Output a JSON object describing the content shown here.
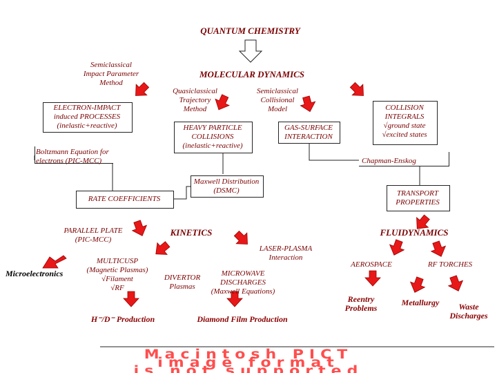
{
  "nodes": {
    "quantum_chemistry": "QUANTUM CHEMISTRY",
    "semiclassical_impact": "Semiclassical\nImpact Parameter\nMethod",
    "molecular_dynamics": "MOLECULAR DYNAMICS",
    "quasiclassical": "Quasiclassical\nTrajectory\nMethod",
    "semiclassical_collisional": "Semiclassical\nCollisional\nModel",
    "electron_impact": "ELECTRON-IMPACT\ninduced PROCESSES\n(inelastic+reactive)",
    "heavy_particle": "HEAVY PARTICLE\nCOLLISIONS\n(inelastic+reactive)",
    "gas_surface": "GAS-SURFACE\nINTERACTION",
    "collision_integrals": "COLLISION\nINTEGRALS\n√ground state\n√excited states",
    "boltzmann": "Boltzmann Equation for\nelectrons (PIC-MCC)",
    "chapman_enskog": "Chapman-Enskog",
    "maxwell": "Maxwell Distribution\n(DSMC)",
    "rate_coefficients": "RATE COEFFICIENTS",
    "transport": "TRANSPORT\nPROPERTIES",
    "parallel_plate": "PARALLEL PLATE\n(PIC-MCC)",
    "kinetics": "KINETICS",
    "fluidynamics": "FLUIDYNAMICS",
    "laser_plasma": "LASER-PLASMA\nInteraction",
    "multicusp": "MULTICUSP\n(Magnetic Plasmas)\n√Filament\n√RF",
    "microelectronics": "Microelectronics",
    "divertor": "DIVERTOR\nPlasmas",
    "microwave": "MICROWAVE\nDISCHARGES\n(Maxwell Equations)",
    "aerospace": "AEROSPACE",
    "rf_torches": "RF TORCHES",
    "reentry": "Reentry\nProblems",
    "metallurgy": "Metallurgy",
    "waste": "Waste\nDischarges",
    "h_production": "H⁻/D⁻ Production",
    "diamond": "Diamond Film Production"
  },
  "watermark": {
    "line1": "Macintosh PICT",
    "line2": "image format",
    "line3": "is not supported"
  },
  "colors": {
    "arrow_red": "#e81818",
    "text_dark_red": "#7a0000",
    "line": "#222222",
    "watermark": "#ff3b3b"
  }
}
